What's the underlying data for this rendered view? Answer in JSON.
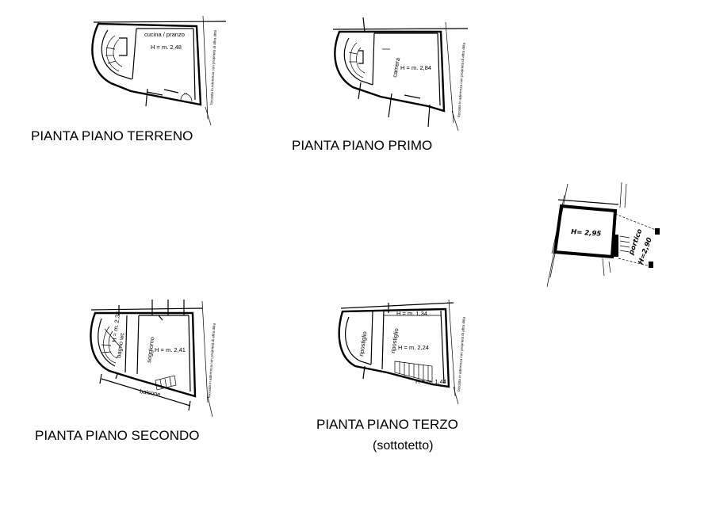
{
  "plans": {
    "ground": {
      "caption": "PIANTA PIANO TERRENO",
      "room": "cucina / pranzo",
      "height": "H = m. 2,48",
      "neighbor_note": "facciata in aderenza con proprietà di altra ditta"
    },
    "first": {
      "caption": "PIANTA PIANO PRIMO",
      "room": "camera",
      "height": "H = m. 2,84",
      "neighbor_note": "facciata in aderenza con proprietà di altra ditta"
    },
    "second": {
      "caption": "PIANTA PIANO SECONDO",
      "room_bath": "bagno wc",
      "height_bath": "H = m. 2,38",
      "room_living": "soggiorno",
      "height": "H = m. 2,41",
      "balcony": "balcone",
      "neighbor_note": "facciata in aderenza con proprietà di altra ditta"
    },
    "third": {
      "caption": "PIANTA PIANO TERZO",
      "subcaption": "(sottotetto)",
      "room_a": "ripostiglio",
      "room_b": "ripostiglio",
      "height_top": "H = m. 1,34",
      "height": "H = m. 2,24",
      "height_low": "H = m. 1,44",
      "neighbor_note": "facciata in aderenza con proprietà di altra ditta"
    },
    "annex": {
      "height": "H= 2,95",
      "label": "portico",
      "height_side": "H=2,90"
    }
  }
}
